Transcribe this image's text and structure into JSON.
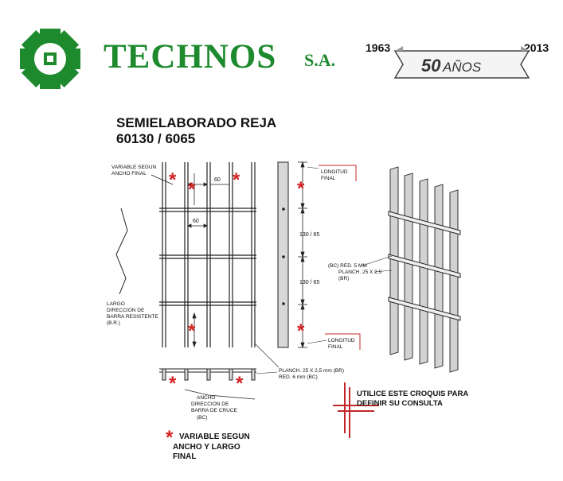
{
  "header": {
    "brand_name": "TECHNOS",
    "brand_suffix": "S.A.",
    "brand_color": "#1e8a2e",
    "anniversary": {
      "year_start": "1963",
      "year_end": "2013",
      "label_number": "50",
      "label_text": "AÑOS"
    }
  },
  "drawing": {
    "title": "SEMIELABORADO  REJA",
    "subtitle": "60130 / 6065",
    "asterisk_color": "#d42020",
    "accent_color": "#c0282a",
    "labels": {
      "variable_ancho_line1": "VARIABLE SEGUN",
      "variable_ancho_line2": "ANCHO FINAL",
      "dim_60_top": "60",
      "dim_60_mid": "60",
      "largo_line1": "LARGO",
      "largo_line2": "DIRECCION DE",
      "largo_line3": "BARRA RESISTENTE",
      "largo_line4": "(B.R.)",
      "ancho_line1": "ANCHO",
      "ancho_line2": "DIRECCION DE",
      "ancho_line3": "BARRA DE CRUCE",
      "ancho_line4": "(BC)",
      "longitud_top_line1": "LONGITUD",
      "longitud_top_line2": "FINAL",
      "dim_130_65_a": "130 / 65",
      "dim_130_65_b": "130 / 65",
      "longitud_bottom_line1": "LONGITUD",
      "longitud_bottom_line2": "FINAL",
      "planch_line1": "PLANCH. 25 X 2,5 mm (BR)",
      "planch_line2": "RED. 6 mm (BC)",
      "iso_line1": "(BC) RED. 5 MM",
      "iso_line2": "PLANCH. 25 X 2,5",
      "iso_line3": "(BR)"
    },
    "note_line1": "UTILICE ESTE CROQUIS PARA",
    "note_line2": "DEFINIR SU CONSULTA",
    "legend_line1": "VARIABLE SEGUN",
    "legend_line2": "ANCHO Y LARGO",
    "legend_line3": "FINAL",
    "asterisk_glyph": "*"
  }
}
